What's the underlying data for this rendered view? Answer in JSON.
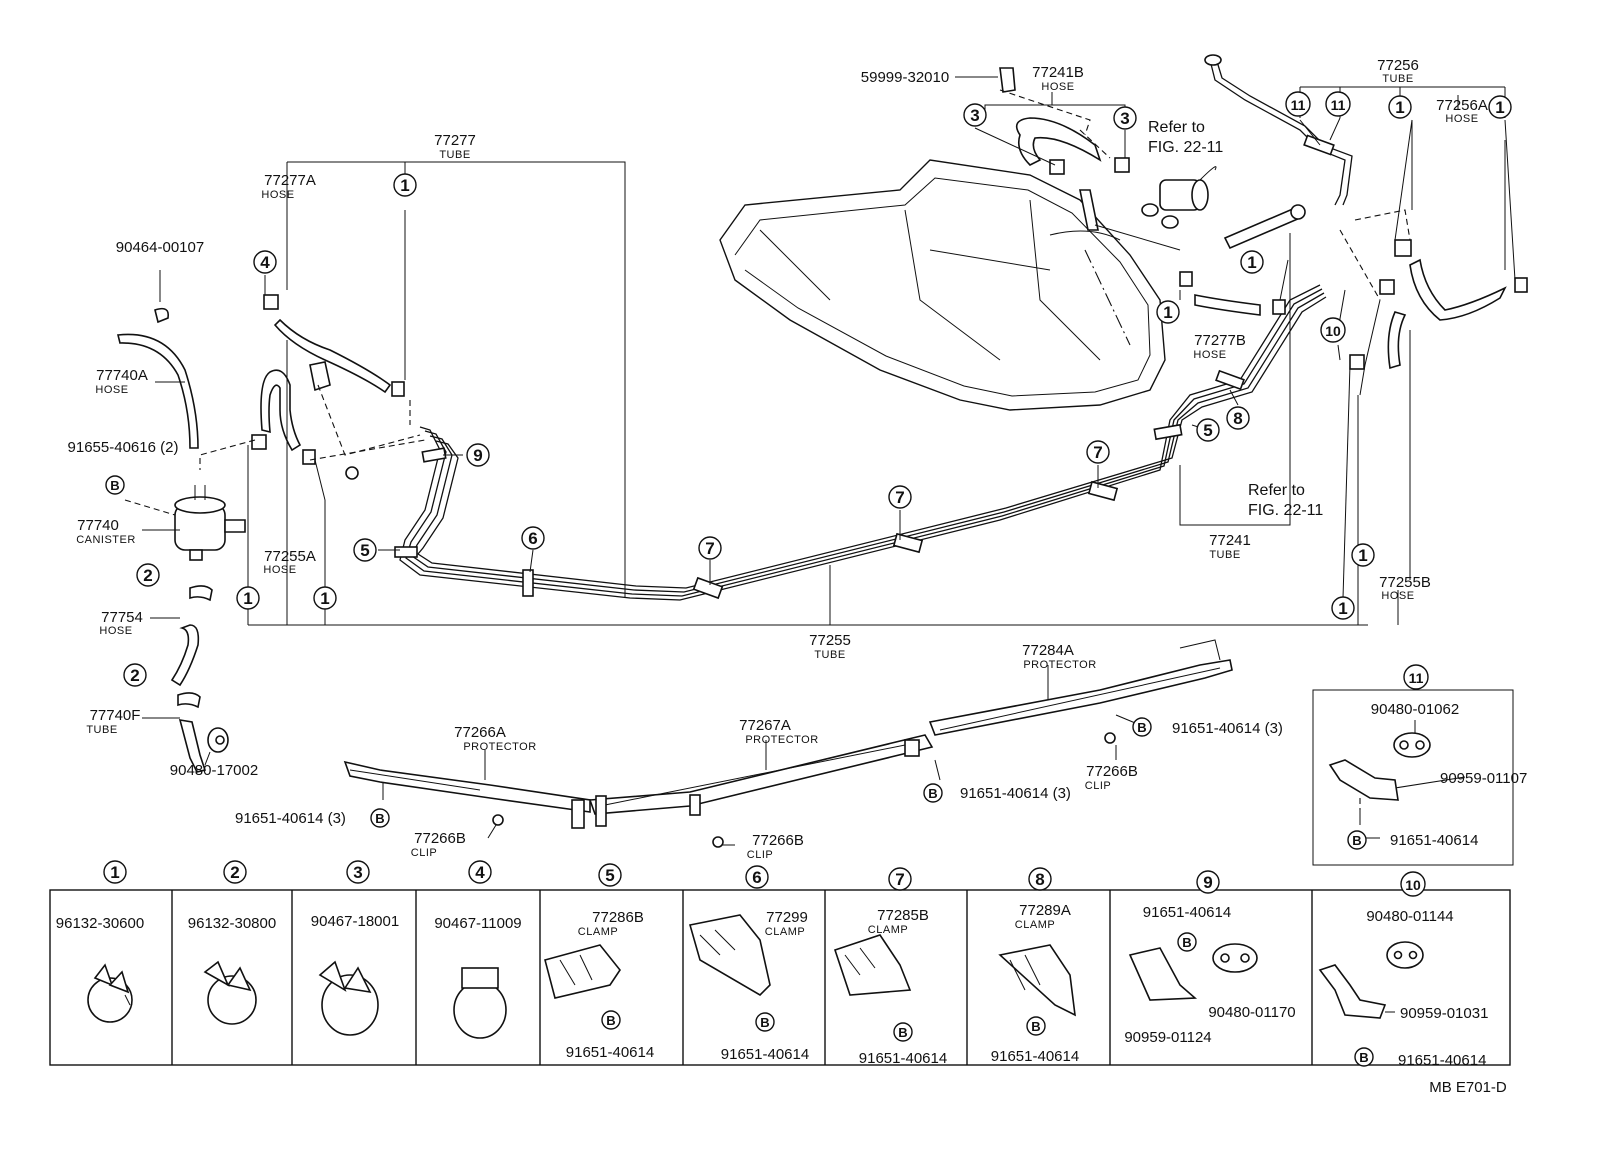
{
  "drawing_code": "MB  E701-D",
  "refer_note": {
    "line1": "Refer to",
    "line2": "FIG. 22-11"
  },
  "markers": [
    "1",
    "2",
    "3",
    "4",
    "5",
    "6",
    "7",
    "8",
    "9",
    "10",
    "11"
  ],
  "bolt_marker": "B",
  "parts": {
    "p77277": {
      "num": "77277",
      "cap": "TUBE"
    },
    "p77277A": {
      "num": "77277A",
      "cap": "HOSE"
    },
    "p90464": {
      "num": "90464-00107"
    },
    "p77740A": {
      "num": "77740A",
      "cap": "HOSE"
    },
    "p91655": {
      "num": "91655-40616 (2)"
    },
    "p77740": {
      "num": "77740",
      "cap": "CANISTER"
    },
    "p77255A": {
      "num": "77255A",
      "cap": "HOSE"
    },
    "p77754": {
      "num": "77754",
      "cap": "HOSE"
    },
    "p77740F": {
      "num": "77740F",
      "cap": "TUBE"
    },
    "p9048017002": {
      "num": "90480-17002"
    },
    "p77255": {
      "num": "77255",
      "cap": "TUBE"
    },
    "p59999": {
      "num": "59999-32010"
    },
    "p77241B": {
      "num": "77241B",
      "cap": "HOSE"
    },
    "p77256": {
      "num": "77256",
      "cap": "TUBE"
    },
    "p77256A": {
      "num": "77256A",
      "cap": "HOSE"
    },
    "p77277B": {
      "num": "77277B",
      "cap": "HOSE"
    },
    "p77241": {
      "num": "77241",
      "cap": "TUBE"
    },
    "p77255B": {
      "num": "77255B",
      "cap": "HOSE"
    },
    "p77284A": {
      "num": "77284A",
      "cap": "PROTECTOR"
    },
    "p77266A": {
      "num": "77266A",
      "cap": "PROTECTOR"
    },
    "p77267A": {
      "num": "77267A",
      "cap": "PROTECTOR"
    },
    "p77266B_1": {
      "num": "77266B",
      "cap": "CLIP"
    },
    "p77266B_2": {
      "num": "77266B",
      "cap": "CLIP"
    },
    "p77266B_3": {
      "num": "77266B",
      "cap": "CLIP"
    },
    "b91651_a": {
      "num": "91651-40614 (3)"
    },
    "b91651_b": {
      "num": "91651-40614 (3)"
    },
    "b91651_c": {
      "num": "91651-40614 (3)"
    }
  },
  "inset11": {
    "p1": "90480-01062",
    "p2": "90959-01107",
    "p3": "91651-40614"
  },
  "legend": [
    {
      "marker": "1",
      "parts": [
        "96132-30600"
      ]
    },
    {
      "marker": "2",
      "parts": [
        "96132-30800"
      ]
    },
    {
      "marker": "3",
      "parts": [
        "90467-18001"
      ]
    },
    {
      "marker": "4",
      "parts": [
        "90467-11009"
      ]
    },
    {
      "marker": "5",
      "num": "77286B",
      "cap": "CLAMP",
      "bolt": "91651-40614"
    },
    {
      "marker": "6",
      "num": "77299",
      "cap": "CLAMP",
      "bolt": "91651-40614"
    },
    {
      "marker": "7",
      "num": "77285B",
      "cap": "CLAMP",
      "bolt": "91651-40614"
    },
    {
      "marker": "8",
      "num": "77289A",
      "cap": "CLAMP",
      "bolt": "91651-40614"
    },
    {
      "marker": "9",
      "top": "91651-40614",
      "right": "90480-01170",
      "bottom": "90959-01124"
    },
    {
      "marker": "10",
      "top": "90480-01144",
      "right": "90959-01031",
      "bottom": "91651-40614"
    }
  ]
}
